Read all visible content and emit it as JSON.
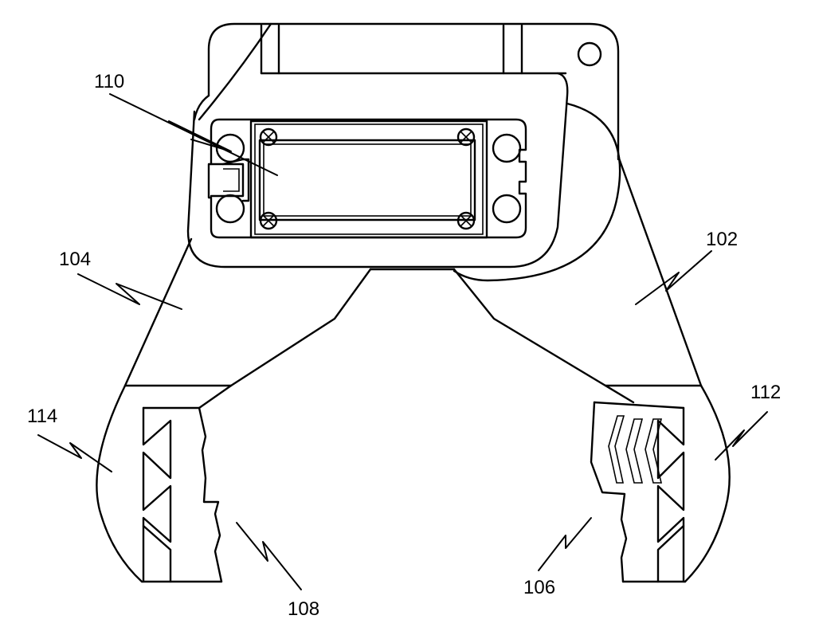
{
  "figure": {
    "stroke_color": "#000000",
    "background_color": "#ffffff",
    "labels": {
      "ref_110": "110",
      "ref_104": "104",
      "ref_102": "102",
      "ref_114": "114",
      "ref_112": "112",
      "ref_108": "108",
      "ref_106": "106"
    }
  }
}
